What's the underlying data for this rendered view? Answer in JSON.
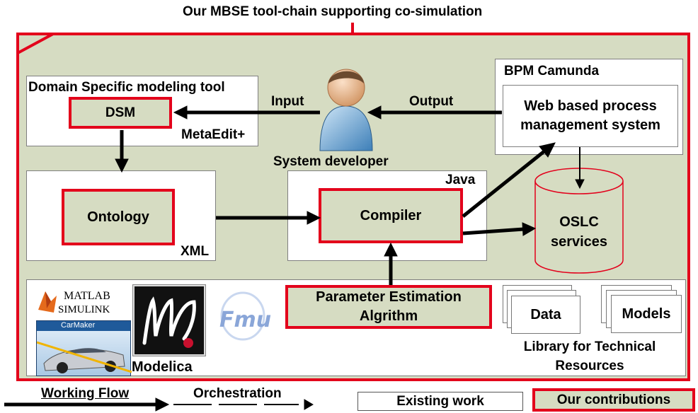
{
  "title": "Our MBSE tool-chain supporting co-simulation",
  "dsm_tool": {
    "label": "Domain Specific modeling tool",
    "box": "DSM",
    "tool": "MetaEdit+"
  },
  "user": {
    "label": "System developer",
    "input": "Input",
    "output": "Output"
  },
  "bpm": {
    "label": "BPM Camunda",
    "line1": "Web based process",
    "line2": "management system"
  },
  "ontology": {
    "box": "Ontology",
    "format": "XML"
  },
  "compiler": {
    "box": "Compiler",
    "lang": "Java"
  },
  "oslc": {
    "line1": "OSLC",
    "line2": "services"
  },
  "library": {
    "matlab_line1": "MATLAB",
    "matlab_line2": "SIMULINK",
    "carmaker": "CarMaker",
    "modelica": "Modelica",
    "fmu": "Fmu",
    "param_line1": "Parameter Estimation",
    "param_line2": "Algrithm",
    "data": "Data",
    "models": "Models",
    "caption_line1": "Library for Technical",
    "caption_line2": "Resources"
  },
  "legend": {
    "working_flow": "Working Flow",
    "orchestration": "Orchestration",
    "existing": "Existing work",
    "contributions": "Our contributions"
  },
  "colors": {
    "accent_red": "#e3001b",
    "panel_green": "#d6dcc2",
    "oslc_green": "#d6dcc2"
  }
}
